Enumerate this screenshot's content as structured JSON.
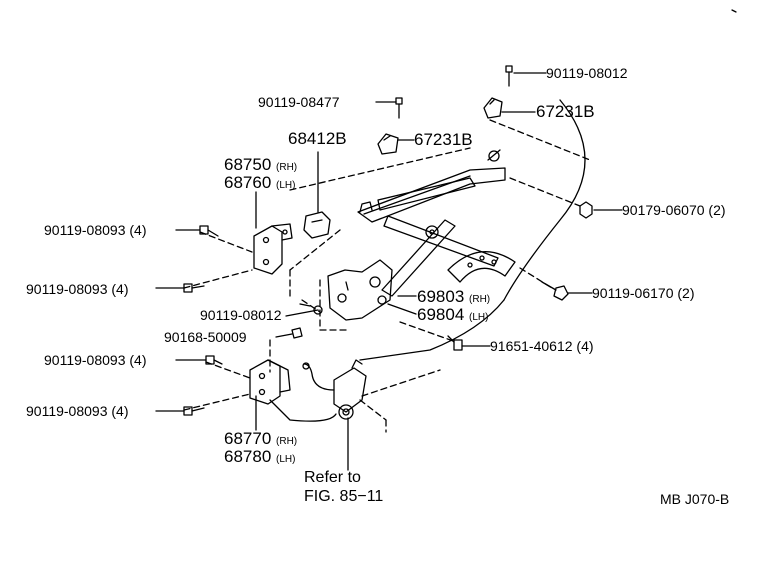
{
  "labels": {
    "bolt_top": "90119-08012",
    "bolt_477": "90119-08477",
    "bracket_top": "67231B",
    "bracket_mid": "67231B",
    "nut_right": "90179-06070 (2)",
    "bolt_6170": "90119-06170 (2)",
    "screw_right": "91651-40612 (4)",
    "left_1": "90119-08093 (4)",
    "left_2": "90119-08093 (4)",
    "left_3": "90119-08093 (4)",
    "left_4": "90119-08093 (4)",
    "center_bolt": "90119-08012",
    "center_nut": "90168-50009",
    "clip": "68412B",
    "hinge_upper_rh": "68750",
    "hinge_upper_lh": "68760",
    "hinge_lower_rh": "68770",
    "hinge_lower_lh": "68780",
    "reg_rh": "69803",
    "reg_lh": "69804",
    "rh": "(RH)",
    "lh": "(LH)",
    "refer_1": "Refer to",
    "refer_2": "FIG. 85−11",
    "code": "MB J070-B"
  }
}
